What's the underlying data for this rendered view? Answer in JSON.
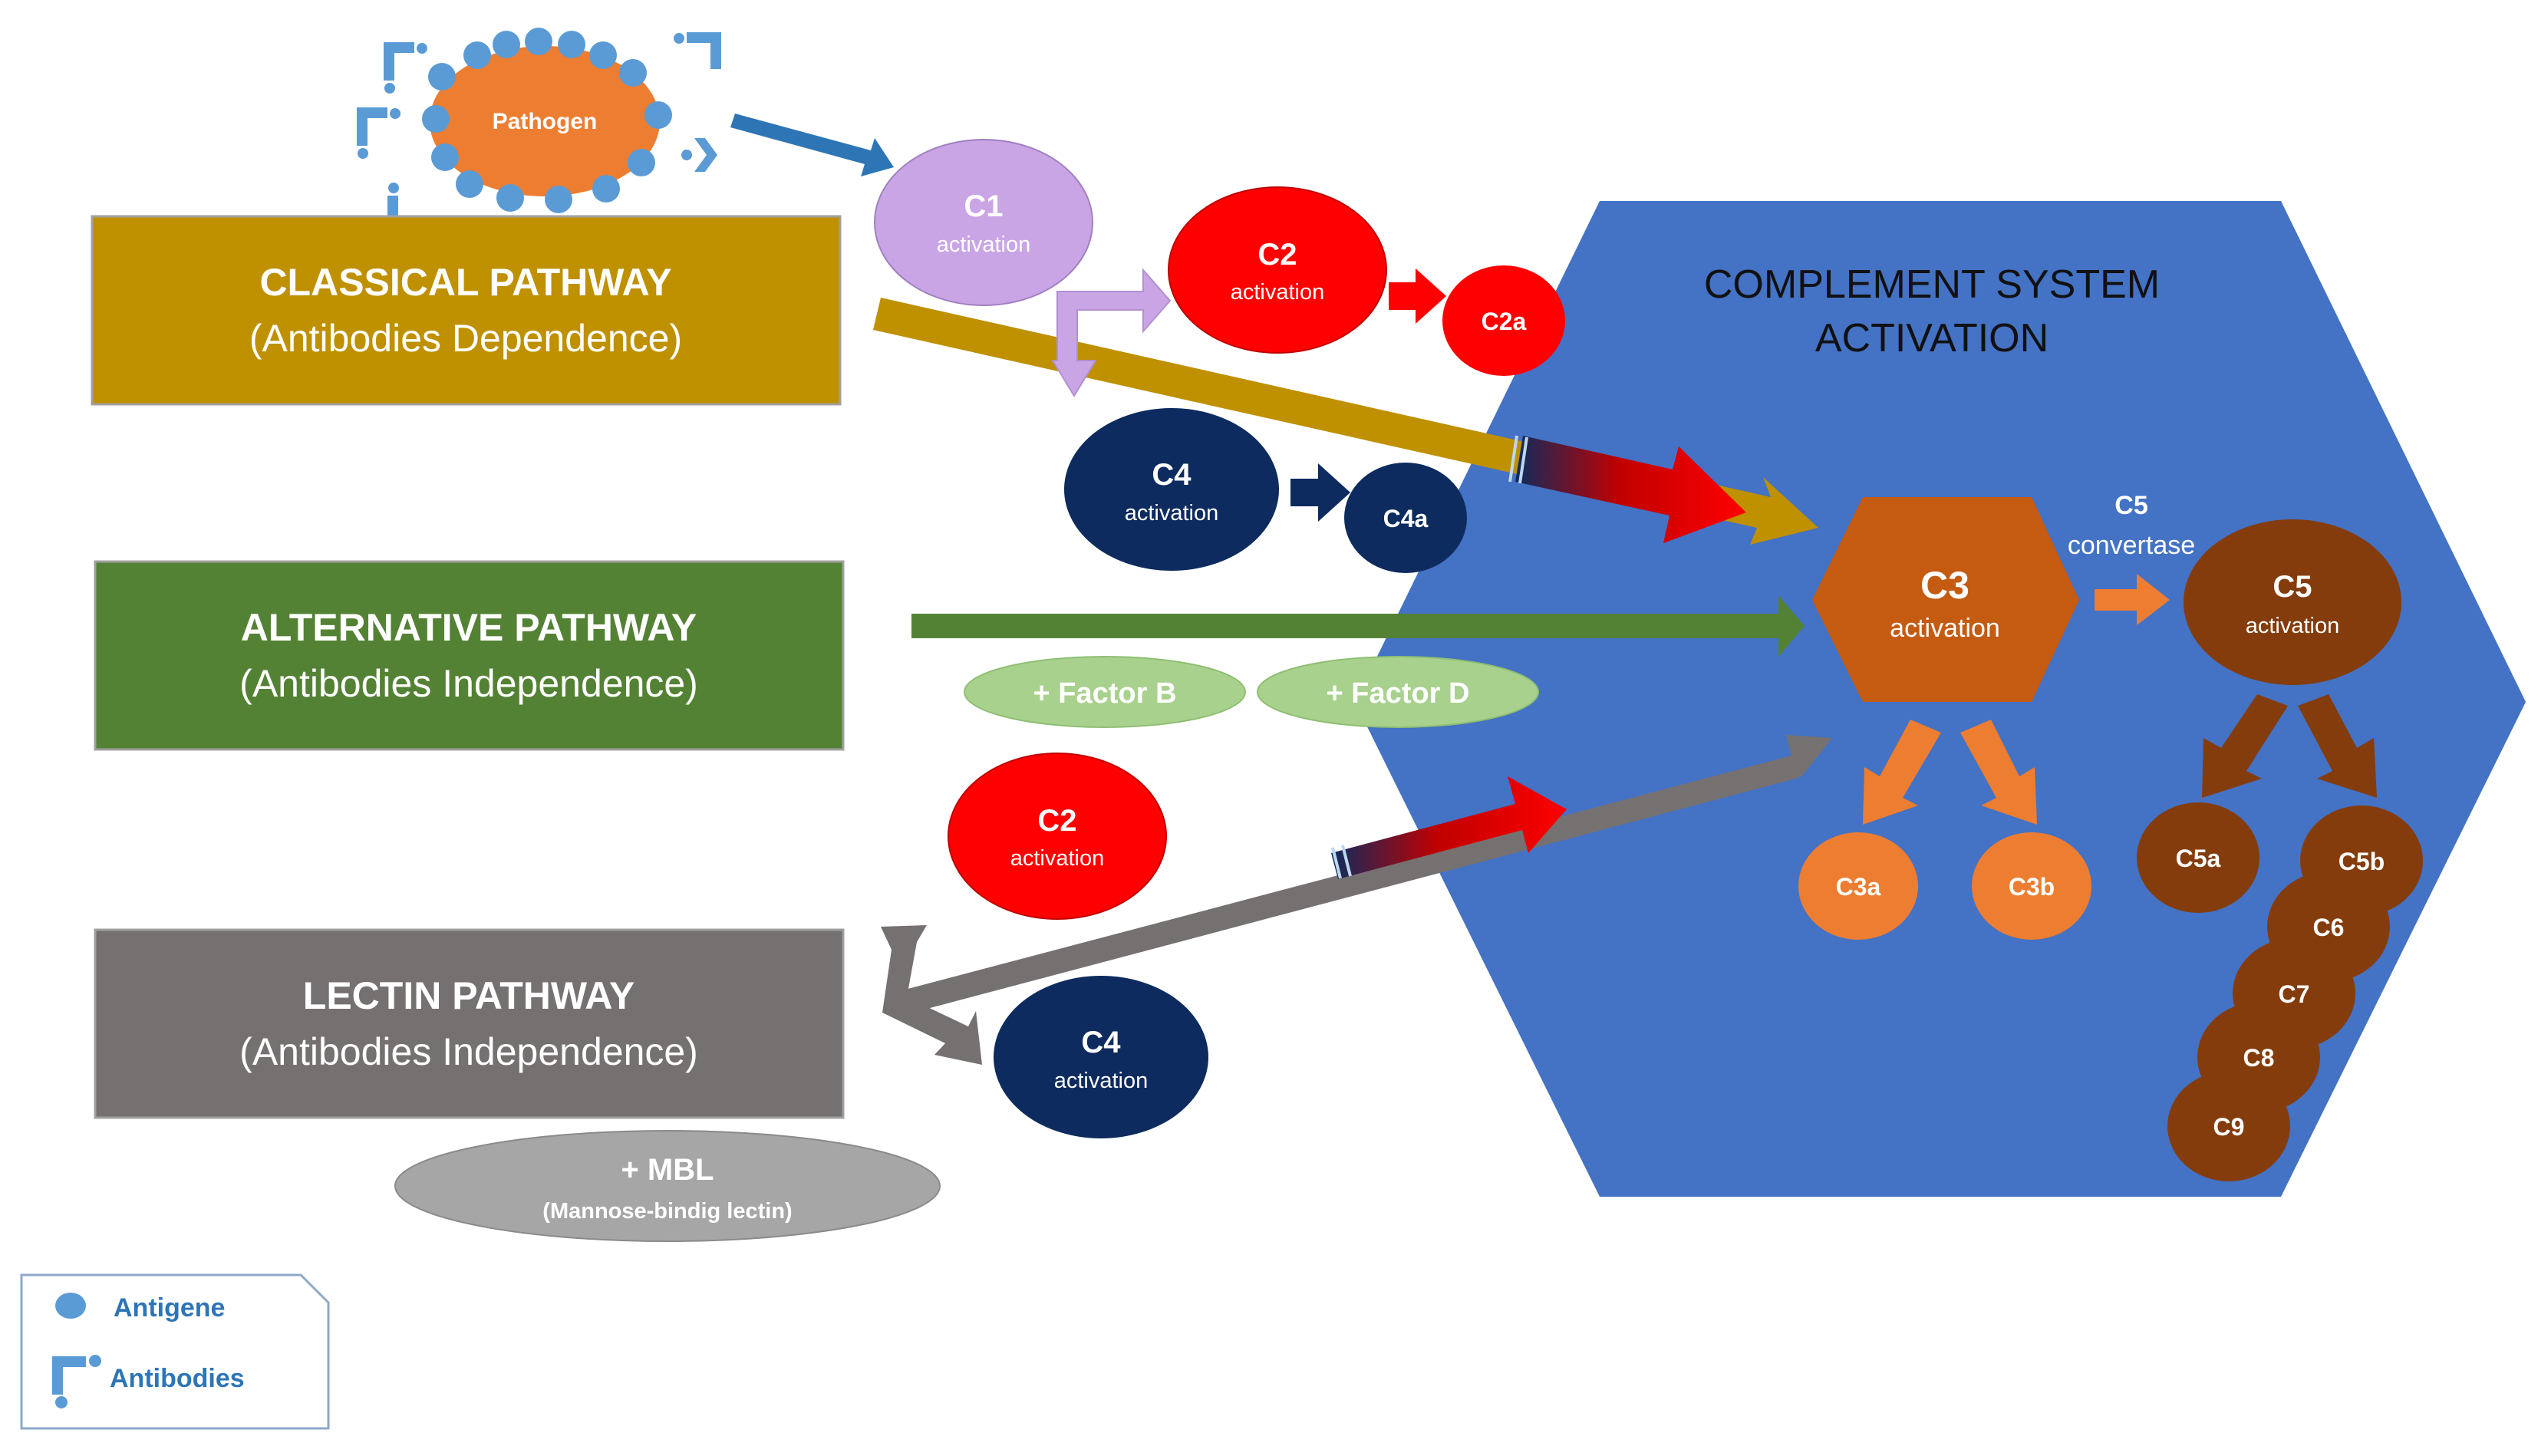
{
  "pathogen": {
    "label": "Pathogen"
  },
  "pathways": {
    "classical": {
      "title": "CLASSICAL PATHWAY",
      "subtitle": "(Antibodies Dependence)"
    },
    "alternative": {
      "title": "ALTERNATIVE PATHWAY",
      "subtitle": "(Antibodies Independence)"
    },
    "lectin": {
      "title": "LECTIN PATHWAY",
      "subtitle": "(Antibodies Independence)"
    }
  },
  "system": {
    "title_line1": "COMPLEMENT SYSTEM",
    "title_line2": "ACTIVATION"
  },
  "nodes": {
    "c1": {
      "name": "C1",
      "sub": "activation"
    },
    "c2_classical": {
      "name": "C2",
      "sub": "activation"
    },
    "c2a": {
      "name": "C2a"
    },
    "c4_classical": {
      "name": "C4",
      "sub": "activation"
    },
    "c4a": {
      "name": "C4a"
    },
    "c2_lectin": {
      "name": "C2",
      "sub": "activation"
    },
    "c4_lectin": {
      "name": "C4",
      "sub": "activation"
    },
    "c3": {
      "name": "C3",
      "sub": "activation"
    },
    "c3a": {
      "name": "C3a"
    },
    "c3b": {
      "name": "C3b"
    },
    "c5_convertase": {
      "line1": "C5",
      "line2": "convertase"
    },
    "c5": {
      "name": "C5",
      "sub": "activation"
    },
    "c5a": {
      "name": "C5a"
    },
    "c5b": {
      "name": "C5b"
    },
    "c6": {
      "name": "C6"
    },
    "c7": {
      "name": "C7"
    },
    "c8": {
      "name": "C8"
    },
    "c9": {
      "name": "C9"
    }
  },
  "factors": {
    "factor_b": "+ Factor B",
    "factor_d": "+ Factor D",
    "mbl": "+ MBL",
    "mbl_sub": "(Mannose-bindig lectin)"
  },
  "legend": {
    "antigene": "Antigene",
    "antibodies": "Antibodies"
  },
  "colors": {
    "classical": "#bf9000",
    "alternative": "#548235",
    "lectin": "#767171",
    "hexagon": "#4472c4",
    "c1": "#c9a5e6",
    "red": "#ff0000",
    "navy": "#0d2b5e",
    "orange": "#c55a11",
    "orange_light": "#ed7d31",
    "brown": "#843c0c",
    "factor": "#a9d18e",
    "mbl": "#a6a6a6",
    "antigen_blue": "#5b9bd5",
    "arrow_blue": "#2e75b6",
    "legend_text": "#2e75b6"
  }
}
